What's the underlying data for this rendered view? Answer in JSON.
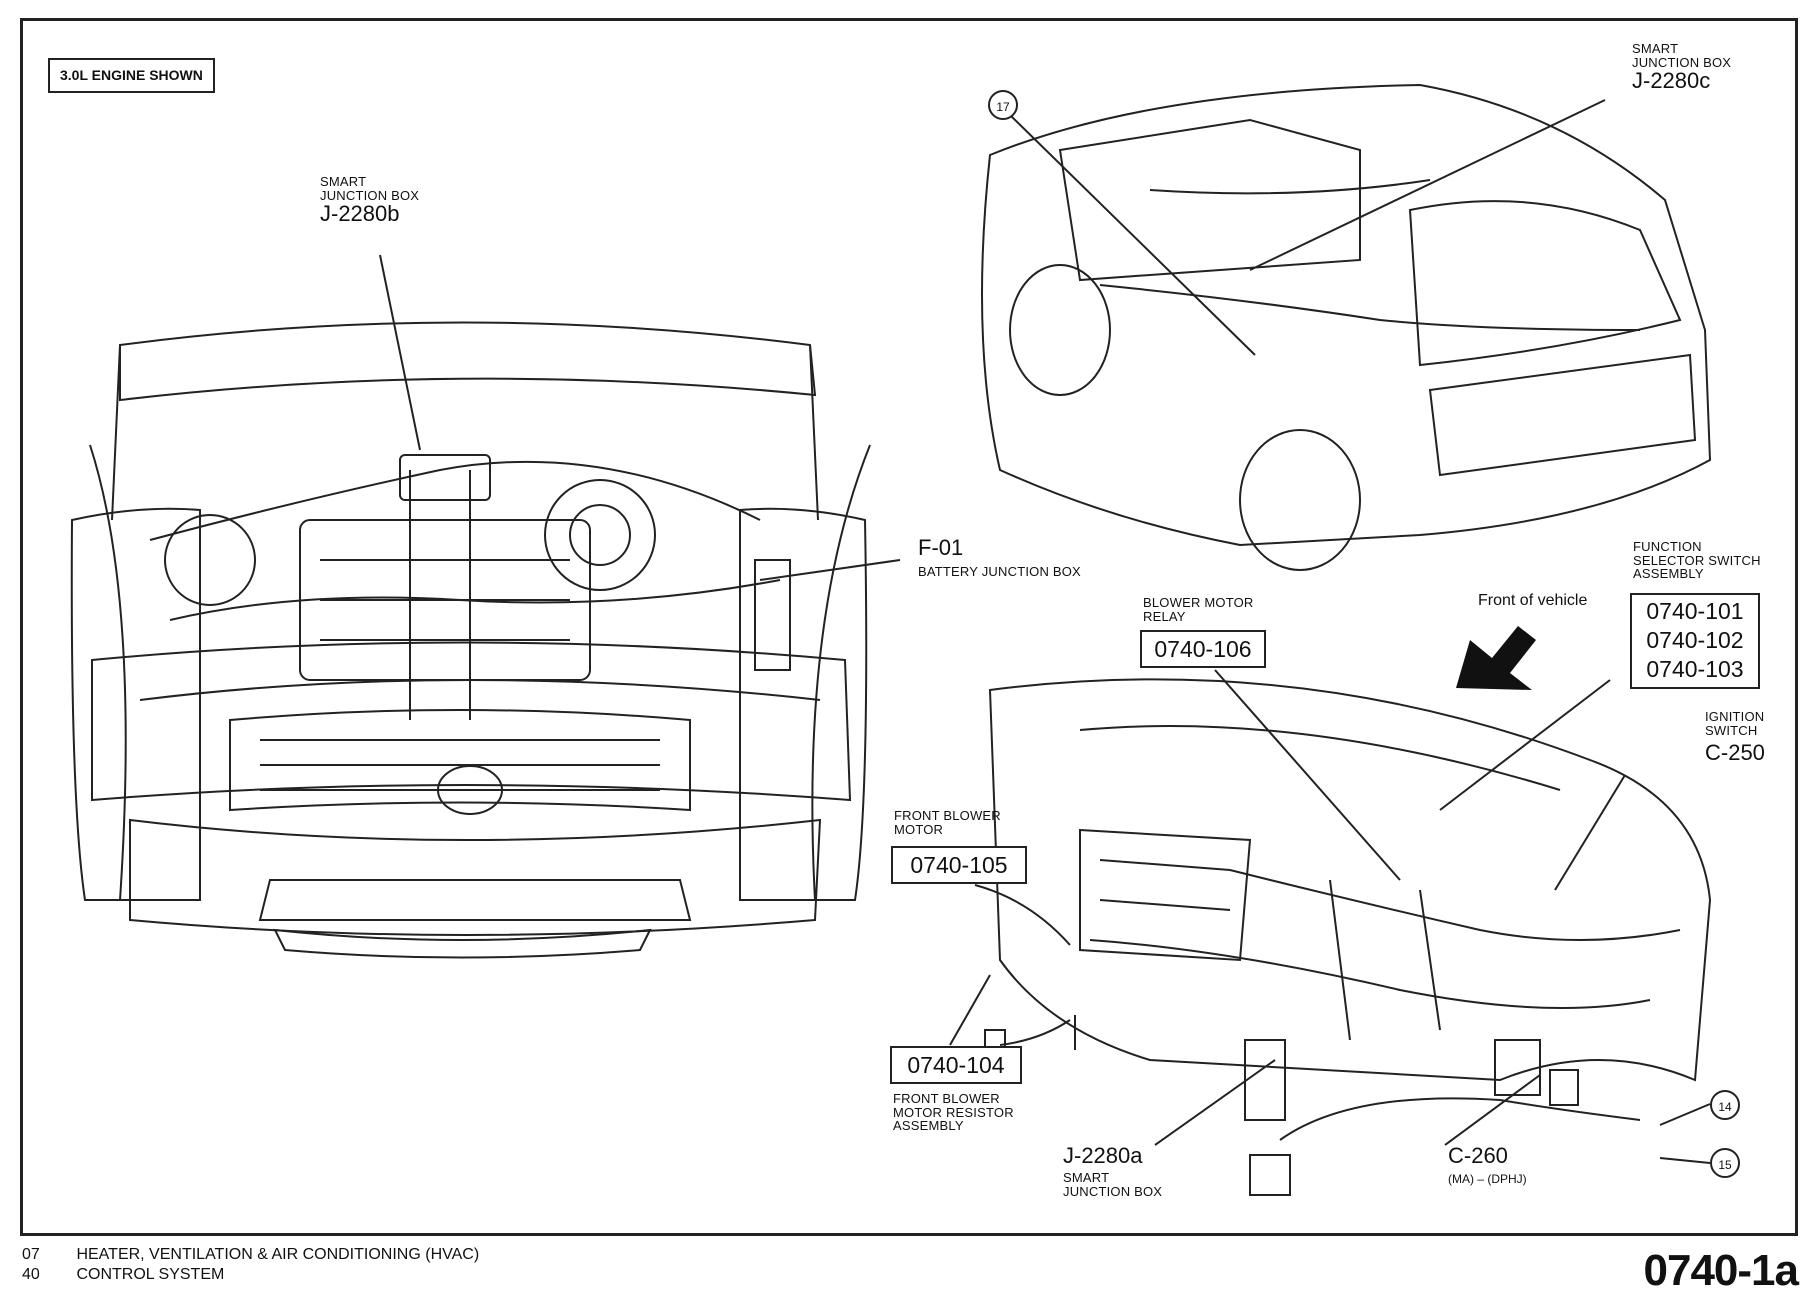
{
  "engine_note": "3.0L ENGINE SHOWN",
  "labels": {
    "sjb_b": {
      "line1": "SMART",
      "line2": "JUNCTION BOX",
      "code": "J-2280b"
    },
    "sjb_c": {
      "line1": "SMART",
      "line2": "JUNCTION BOX",
      "code": "J-2280c"
    },
    "f01": {
      "code": "F-01",
      "desc": "BATTERY JUNCTION BOX"
    },
    "blower_relay": {
      "line1": "BLOWER MOTOR",
      "line2": "RELAY",
      "code": "0740-106"
    },
    "front_of_vehicle": "Front of vehicle",
    "function_selector": {
      "line1": "FUNCTION",
      "line2": "SELECTOR SWITCH",
      "line3": "ASSEMBLY",
      "codes": [
        "0740-101",
        "0740-102",
        "0740-103"
      ]
    },
    "ignition": {
      "line1": "IGNITION",
      "line2": "SWITCH",
      "code": "C-250"
    },
    "front_blower": {
      "line1": "FRONT BLOWER",
      "line2": "MOTOR",
      "code": "0740-105"
    },
    "resistor": {
      "code": "0740-104",
      "line1": "FRONT BLOWER",
      "line2": "MOTOR RESISTOR",
      "line3": "ASSEMBLY"
    },
    "sjb_a": {
      "code": "J-2280a",
      "line1": "SMART",
      "line2": "JUNCTION BOX"
    },
    "c260": {
      "code": "C-260",
      "note": "(MA) – (DPHJ)"
    },
    "callouts": [
      "17",
      "14",
      "15"
    ]
  },
  "footer": {
    "line1_num": "07",
    "line1_text": "HEATER, VENTILATION & AIR CONDITIONING (HVAC)",
    "line2_num": "40",
    "line2_text": "CONTROL SYSTEM",
    "page": "0740-1a"
  }
}
